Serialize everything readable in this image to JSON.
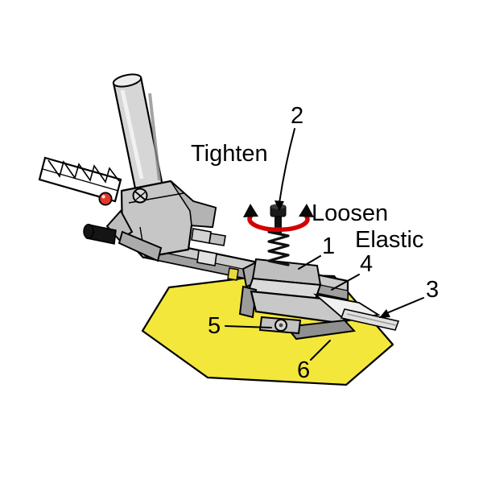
{
  "diagram": {
    "labels": {
      "tighten": "Tighten",
      "loosen": "Loosen",
      "elastic": "Elastic",
      "callout_1": "1",
      "callout_2": "2",
      "callout_3": "3",
      "callout_4": "4",
      "callout_5": "5",
      "callout_6": "6"
    },
    "colors": {
      "background": "#FFFFFF",
      "fabric": "#F3E73B",
      "fabric_accent": "#E6D93C",
      "rotation_arrow": "#D40000",
      "knob_red": "#E2372B",
      "metal_light": "#D6D6D6",
      "metal_mid": "#BDBDBD",
      "metal_dark": "#8F8F8F",
      "outline": "#000000"
    }
  }
}
